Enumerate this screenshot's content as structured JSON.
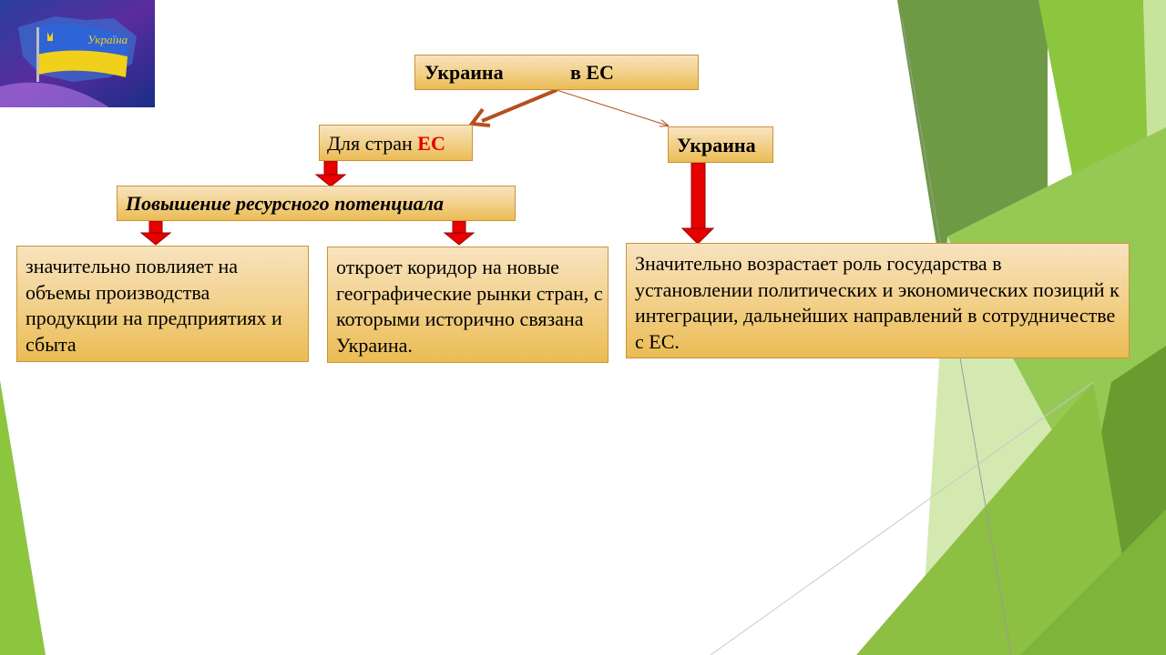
{
  "slide": {
    "title_part1": "Украина",
    "title_part2": "в ЕС",
    "branch_eu_prefix": "Для стран",
    "branch_eu_highlight": "ЕС",
    "branch_ua": "Украина",
    "resource_title": "Повышение ресурсного потенциала",
    "text_box_1": "значительно повлияет на объемы производства продукции на предприятиях и сбыта",
    "text_box_2": "откроет коридор на новые географические рынки стран, с которыми исторично связана Украина.",
    "text_box_3": "Значительно возрастает роль государства в установлении политических и экономических позиций к интеграции, дальнейших направлений в сотрудничестве с ЕС."
  },
  "logo": {
    "caption": "Україна",
    "icon": "ukraine-flag-map-icon"
  },
  "colors": {
    "box_fill": "#f2cf86",
    "box_border": "#c9943a",
    "arrow_red": "#e60000",
    "connector_brown": "#b5501d",
    "highlight_red": "#e00000",
    "green_dark": "#6e9e4a",
    "green_light": "#8cc63f"
  }
}
